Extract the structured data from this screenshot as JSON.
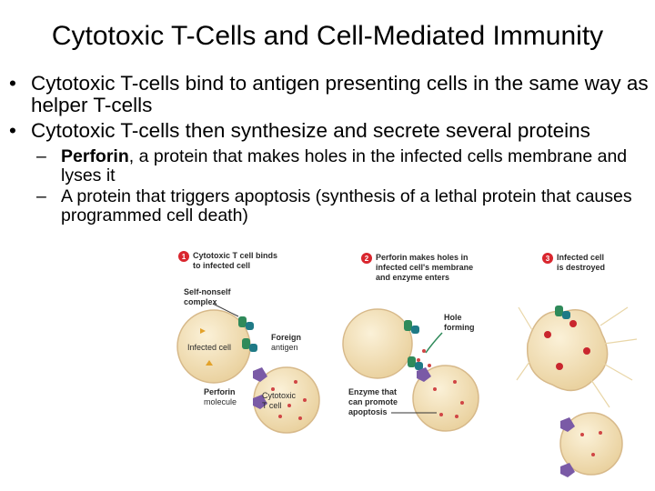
{
  "slide": {
    "title": "Cytotoxic T-Cells and Cell-Mediated Immunity",
    "bullets": [
      {
        "text": "Cytotoxic T-cells bind to antigen presenting cells in the same way as helper T-cells"
      },
      {
        "text": "Cytotoxic T-cells then synthesize and secrete several proteins"
      }
    ],
    "sub_bullets": [
      {
        "bold": "Perforin",
        "text": ", a protein that makes holes in the infected cells membrane and lyses it"
      },
      {
        "bold": "",
        "text": "A protein that triggers apoptosis (synthesis of a lethal protein that causes programmed cell death)"
      }
    ],
    "bullet_symbol": "•",
    "dash_symbol": "–"
  },
  "figure": {
    "steps": [
      {
        "num": "1",
        "line1": "Cytotoxic T cell binds",
        "line2": "to infected cell"
      },
      {
        "num": "2",
        "line1": "Perforin makes holes in",
        "line2": "infected cell's membrane",
        "line3": "and enzyme enters"
      },
      {
        "num": "3",
        "line1": "Infected cell",
        "line2": "is destroyed"
      }
    ],
    "labels": {
      "self_nonself_1": "Self-nonself",
      "self_nonself_2": "complex",
      "infected_cell": "Infected cell",
      "foreign_1": "Foreign",
      "foreign_2": "antigen",
      "perforin_1": "Perforin",
      "perforin_2": "molecule",
      "cytotoxic_1": "Cytotoxic",
      "cytotoxic_2": "T cell",
      "hole_1": "Hole",
      "hole_2": "forming",
      "enzyme_1": "Enzyme that",
      "enzyme_2": "can promote",
      "enzyme_3": "apoptosis"
    },
    "colors": {
      "step_badge": "#d9262e",
      "cell_fill": "#f3dfb4",
      "cell_edge": "#d7b98a",
      "receptor_green": "#2f8a5a",
      "antigen_teal": "#1f7a86",
      "perforin_purple": "#7a5aa6",
      "enzyme_red": "#d04545"
    }
  }
}
